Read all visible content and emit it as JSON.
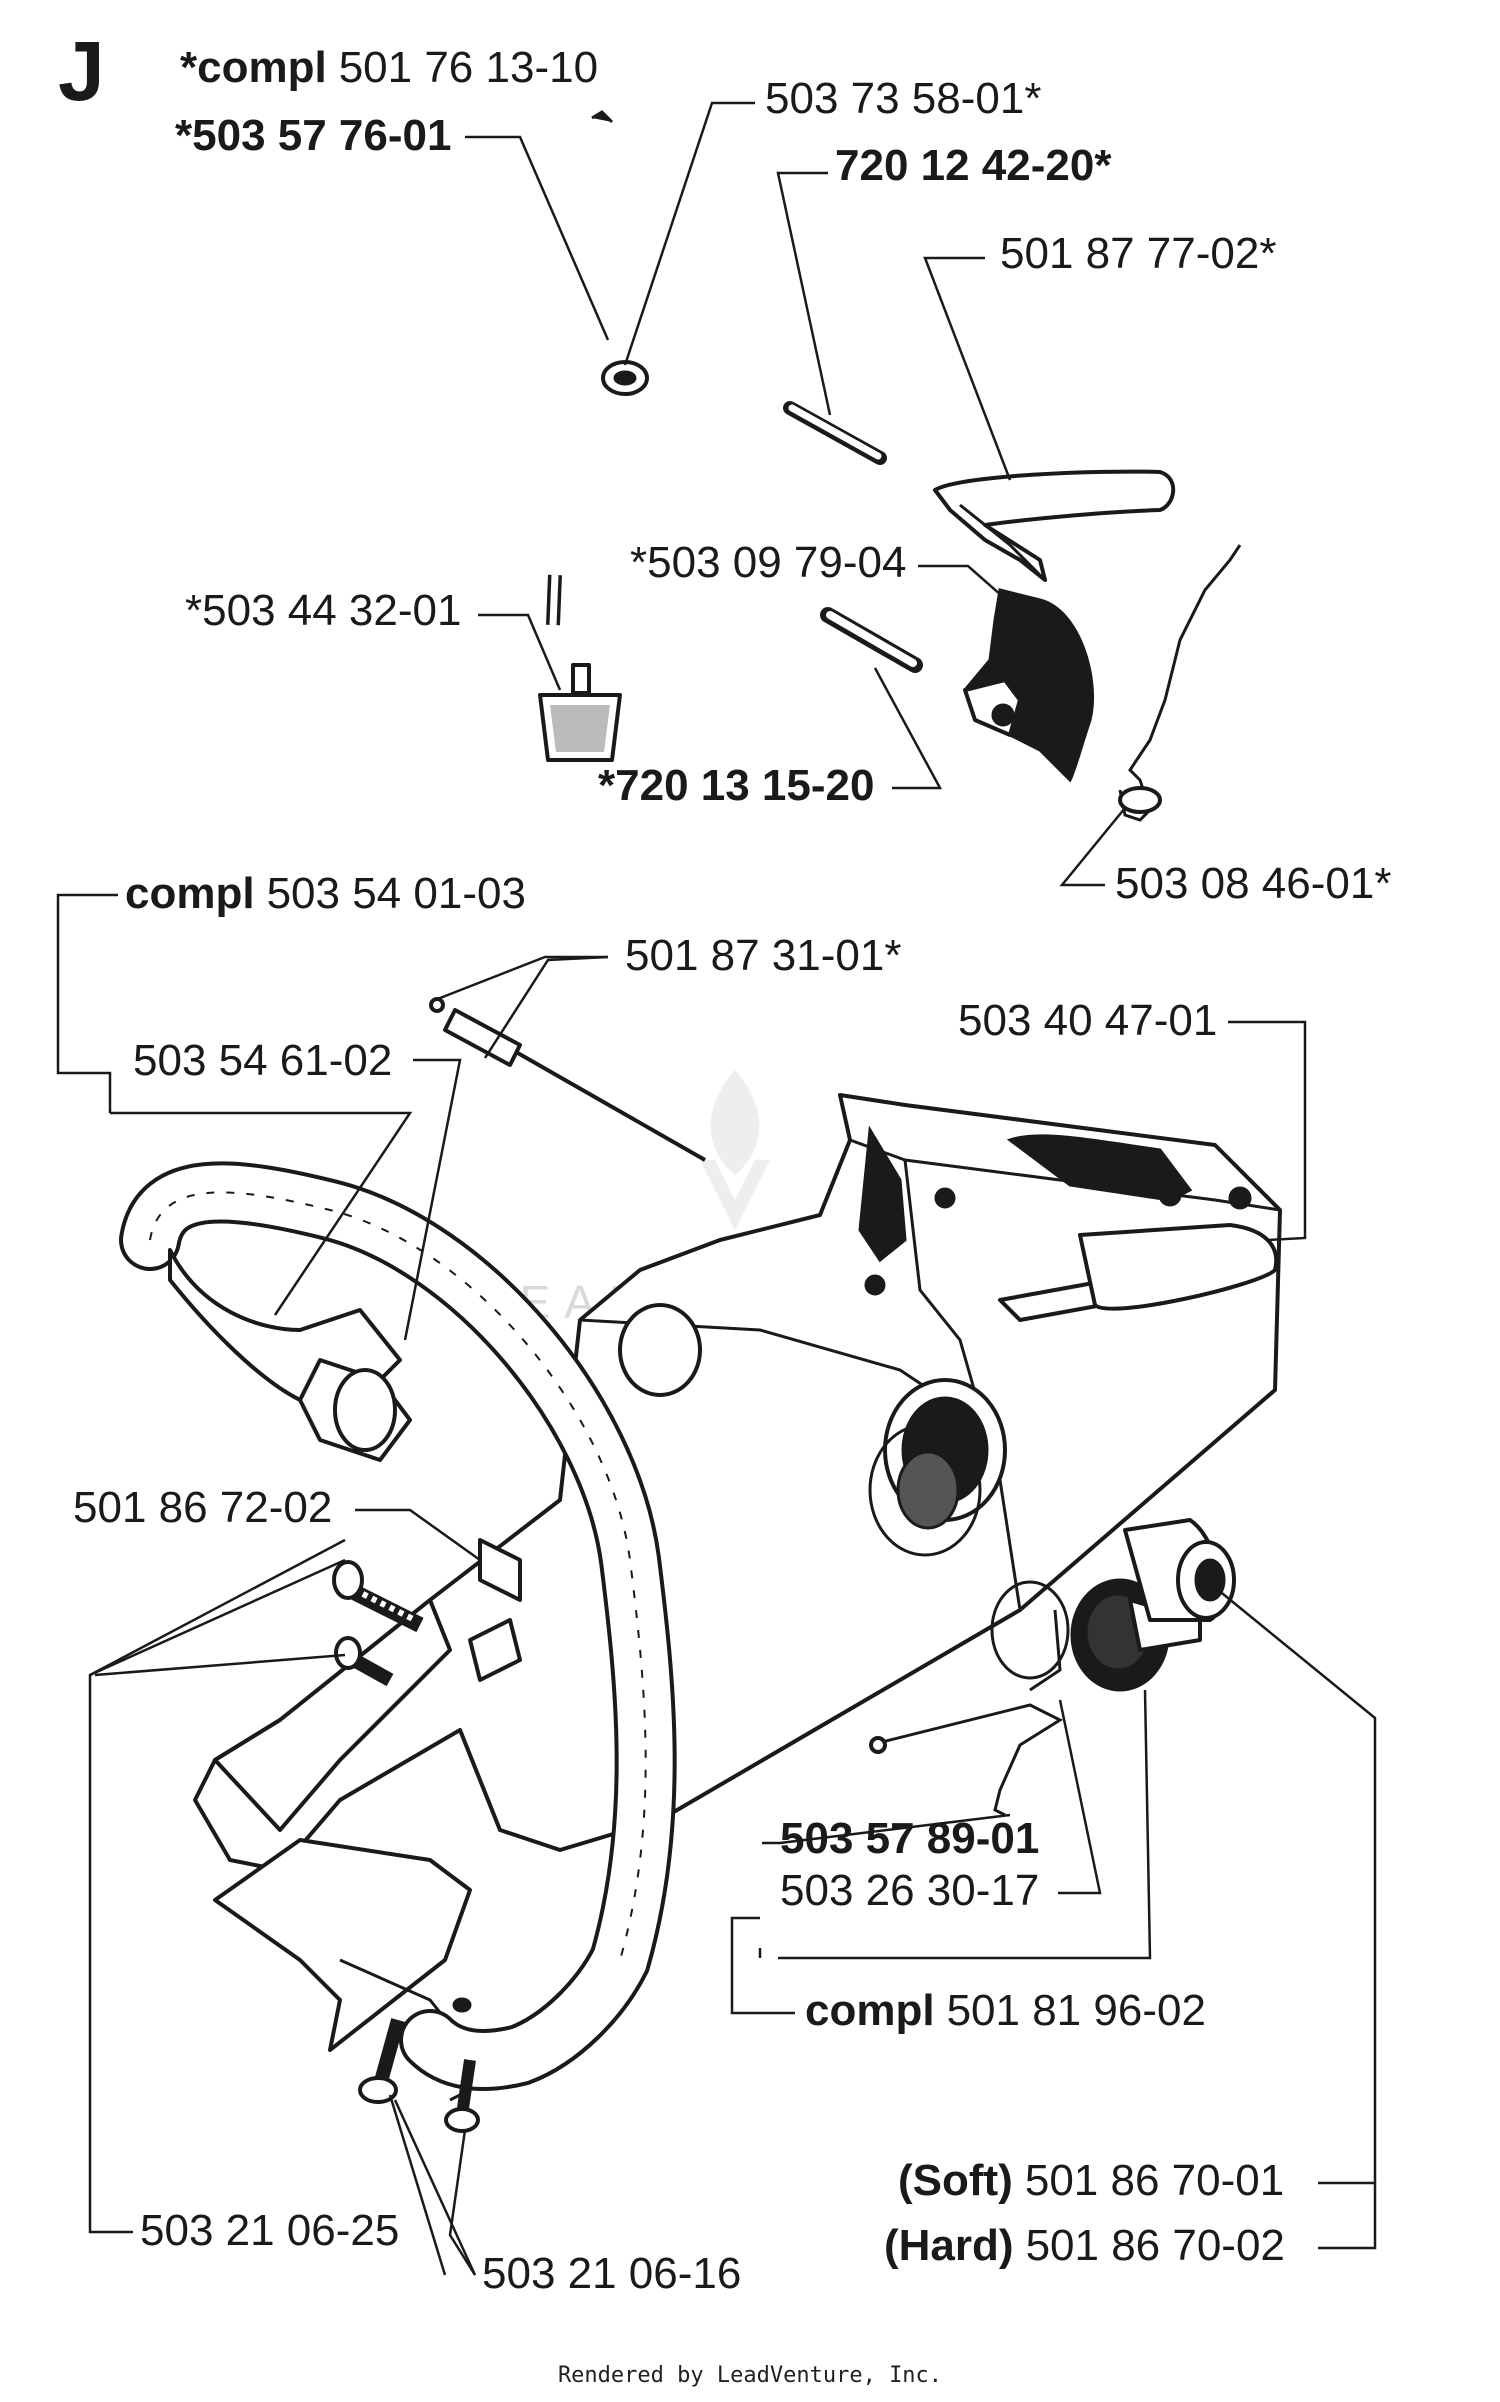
{
  "section_letter": "J",
  "labels": {
    "compl_501761310": {
      "prefix": "*compl",
      "number": "501 76 13-10"
    },
    "p_503577601": {
      "prefix": "",
      "number": "*503 57 76-01"
    },
    "p_503735801": {
      "prefix": "",
      "number": "503 73 58-01*"
    },
    "p_720124220": {
      "prefix": "",
      "number": "720 12 42-20*"
    },
    "p_501877702": {
      "prefix": "",
      "number": "501 87 77-02*"
    },
    "p_503097904": {
      "prefix": "",
      "number": "*503 09 79-04"
    },
    "p_503443201": {
      "prefix": "",
      "number": "*503 44 32-01"
    },
    "p_720131520": {
      "prefix": "",
      "number": "*720 13 15-20"
    },
    "p_503084601": {
      "prefix": "",
      "number": "503 08 46-01*"
    },
    "compl_503540103": {
      "prefix": "compl",
      "number": "503 54 01-03"
    },
    "p_501873101": {
      "prefix": "",
      "number": "501 87 31-01*"
    },
    "p_503404701": {
      "prefix": "",
      "number": "503 40 47-01"
    },
    "p_503546102": {
      "prefix": "",
      "number": "503 54 61-02"
    },
    "p_501867202": {
      "prefix": "",
      "number": "501 86 72-02"
    },
    "p_503578901": {
      "prefix": "",
      "number": "503 57 89-01"
    },
    "p_503263017": {
      "prefix": "",
      "number": "503 26 30-17"
    },
    "compl_501819602": {
      "prefix": "compl",
      "number": "501 81 96-02"
    },
    "soft_501867001": {
      "prefix": "(Soft)",
      "number": "501 86 70-01"
    },
    "hard_501867002": {
      "prefix": "(Hard)",
      "number": "501 86 70-02"
    },
    "p_503210625": {
      "prefix": "",
      "number": "503 21 06-25"
    },
    "p_503210616": {
      "prefix": "",
      "number": "503 21 06-16"
    }
  },
  "watermark": "LEADVENTURE",
  "footer": "Rendered by LeadVenture, Inc."
}
